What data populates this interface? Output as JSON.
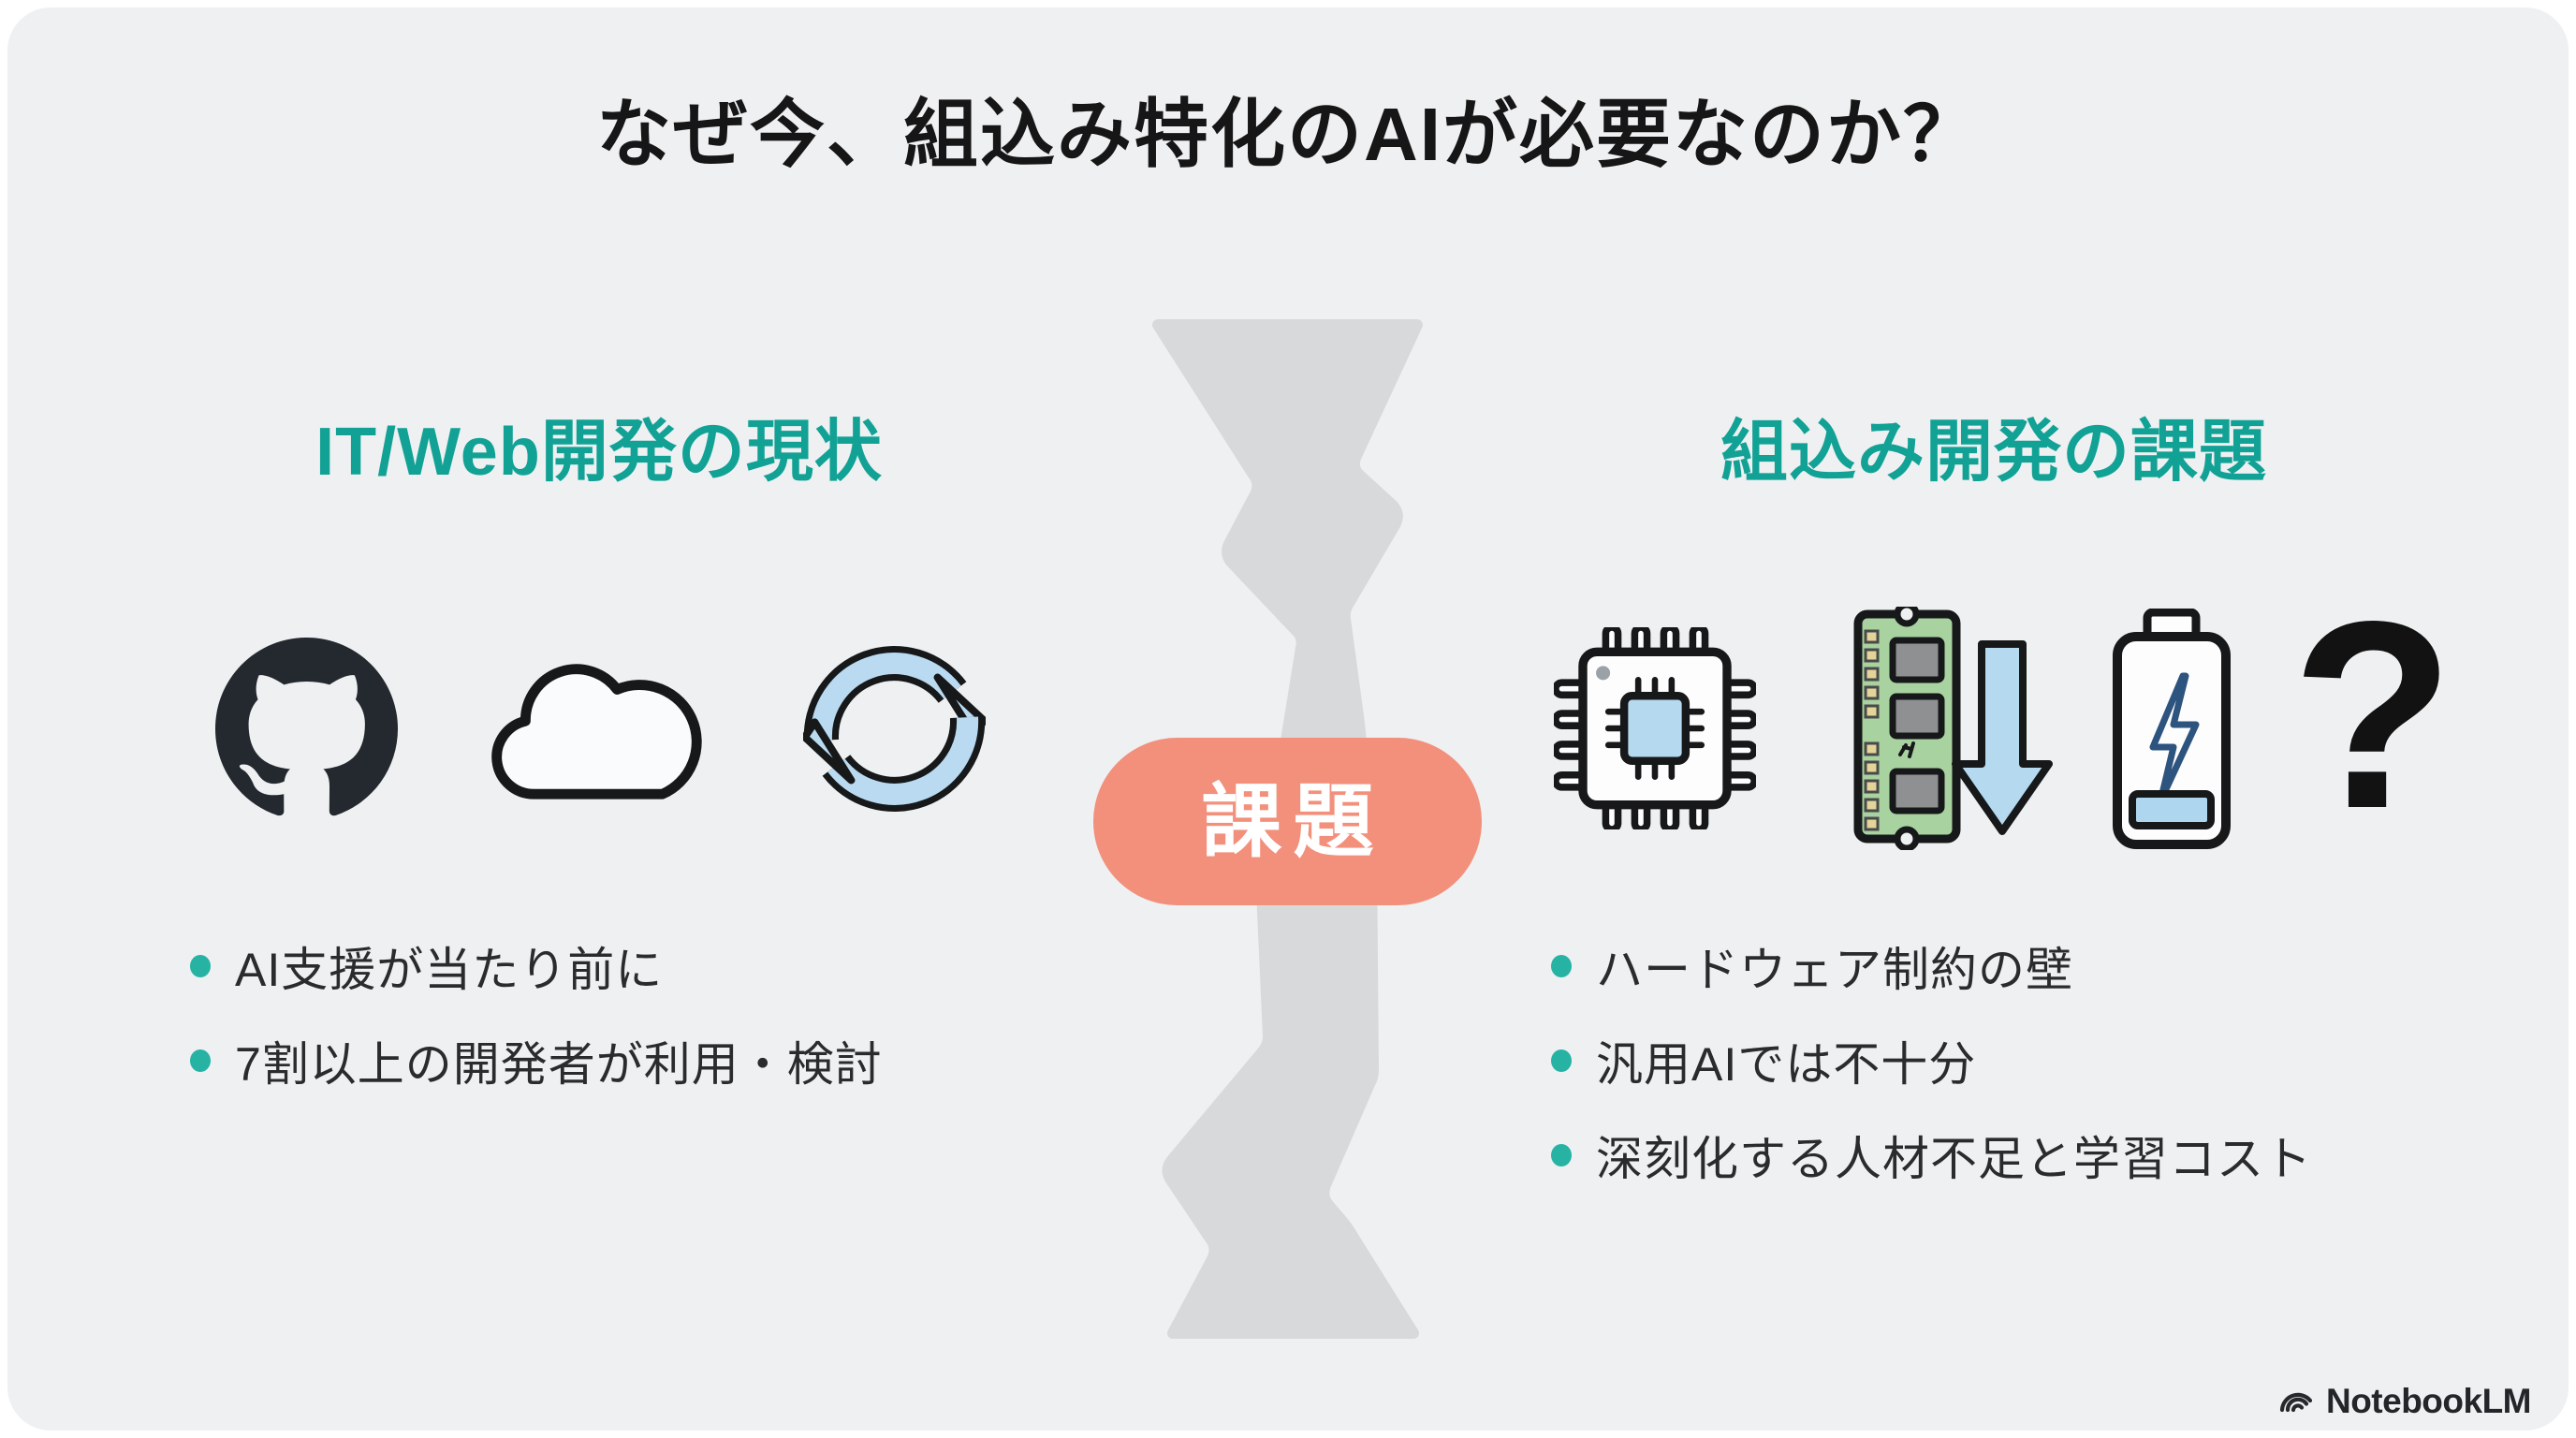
{
  "title": "なぜ今、組込み特化のAIが必要なのか？",
  "colors": {
    "background_card": "#eef0f2",
    "heading_teal": "#12a295",
    "bullet_dot_teal": "#26b3a4",
    "pill_coral": "#f2907c",
    "pill_text": "#ffffff",
    "crack_gray": "#d8d9db",
    "title_ink": "#161616",
    "body_ink": "#2a2b2d",
    "icon_blue": "#b9daf0",
    "ram_green": "#a8d2a0",
    "ram_pin_gold": "#e3d49a"
  },
  "left": {
    "heading": "IT/Web開発の現状",
    "icons": [
      "github-icon",
      "cloud-icon",
      "sync-icon"
    ],
    "bullets": [
      "AI支援が当たり前に",
      "7割以上の開発者が利用・検討"
    ]
  },
  "divider": {
    "label": "課題"
  },
  "right": {
    "heading": "組込み開発の課題",
    "icons": [
      "chip-icon",
      "ram-down-icon",
      "battery-low-icon",
      "question-icon"
    ],
    "question_glyph": "?",
    "bullets": [
      "ハードウェア制約の壁",
      "汎用AIでは不十分",
      "深刻化する人材不足と学習コスト"
    ]
  },
  "footer": {
    "brand": "NotebookLM"
  }
}
